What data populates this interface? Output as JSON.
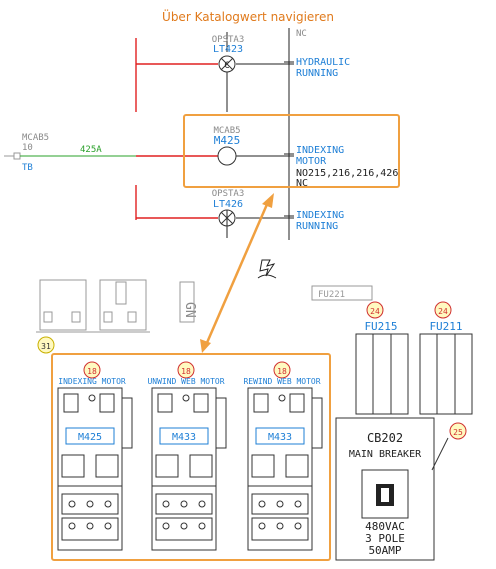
{
  "title": "Über Katalogwert navigieren",
  "schematic": {
    "top_tag_frag": "OPSTA3",
    "top_lt": "LT423",
    "top_nc": "NC",
    "top_desc": [
      "HYDRAULIC",
      "RUNNING"
    ],
    "left_tag": "MCAB5",
    "left_num": "10",
    "left_tb": "TB",
    "wire_label": "425A",
    "motor_tag": "MCAB5",
    "motor_id": "M425",
    "motor_desc": [
      "INDEXING",
      "MOTOR"
    ],
    "motor_refs": "NO215,216,216,426",
    "motor_nc": "NC",
    "bottom_tag": "OPSTA3",
    "bottom_lt": "LT426",
    "bottom_desc": [
      "INDEXING",
      "RUNNING"
    ],
    "c_symbol": "C"
  },
  "panel": {
    "fu_partial": "FU221",
    "gnd_text": "GN",
    "badge_31": "31",
    "badge_24a": "24",
    "badge_24b": "24",
    "badge_25": "25",
    "fu215": "FU215",
    "fu211": "FU211",
    "starters": [
      {
        "badge": "18",
        "label": "INDEXING MOTOR",
        "id": "M425"
      },
      {
        "badge": "18",
        "label": "UNWIND WEB MOTOR",
        "id": "M433"
      },
      {
        "badge": "18",
        "label": "REWIND WEB MOTOR",
        "id": "M433"
      }
    ],
    "breaker": {
      "id": "CB202",
      "label": "MAIN BREAKER",
      "rating": [
        "480VAC",
        "3 POLE",
        "50AMP"
      ]
    }
  },
  "colors": {
    "accent": "#e07a1c",
    "link_blue": "#1e7fd6",
    "wire_red": "#e02020",
    "wire_green": "#2aa02a",
    "highlight_orange": "#f0a040"
  },
  "icons": [
    "navigate-cursor-icon"
  ]
}
